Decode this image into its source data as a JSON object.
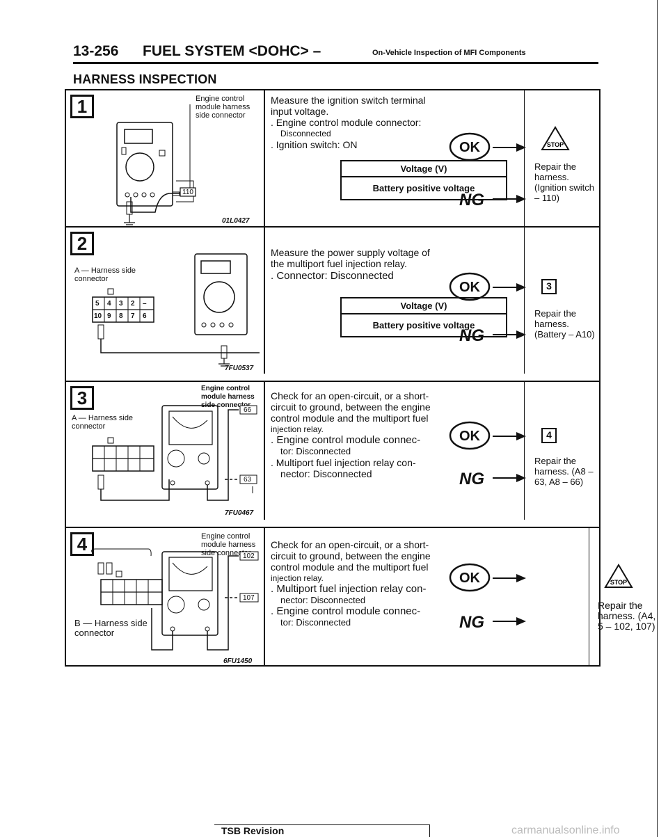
{
  "header": {
    "page_number": "13-256",
    "section_title": "FUEL SYSTEM <DOHC> –",
    "subtitle": "On-Vehicle Inspection of MFI Components"
  },
  "title": "HARNESS INSPECTION",
  "steps": [
    {
      "number": "1",
      "diagram_label": "Engine control module harness side connector",
      "connector_pin": "110",
      "figure_code": "01L0427",
      "text_lines": [
        "Measure the ignition switch terminal",
        "input voltage."
      ],
      "bullets": [
        "Engine control module connector:",
        "Disconnected",
        "Ignition switch: ON"
      ],
      "table_header": "Voltage (V)",
      "table_value": "Battery positive voltage",
      "ok_label": "OK",
      "ng_label": "NG",
      "ok_result": "STOP",
      "ng_result": "Repair the harness. (Ignition switch – 110)"
    },
    {
      "number": "2",
      "diagram_label": "Harness side connector",
      "connector_tag": "A",
      "figure_code": "7FU0537",
      "text_lines": [
        "Measure the power supply voltage of",
        "the multiport fuel injection relay."
      ],
      "bullets": [
        "Connector: Disconnected"
      ],
      "table_header": "Voltage (V)",
      "table_value": "Battery positive voltage",
      "ok_label": "OK",
      "ng_label": "NG",
      "ok_result": "3",
      "ng_result": "Repair the harness. (Battery – A10)"
    },
    {
      "number": "3",
      "diagram_label": "Engine control module harness side connector",
      "diagram_label_2": "Harness side connector",
      "connector_tag": "A",
      "pin_a": "66",
      "pin_b": "63",
      "figure_code": "7FU0467",
      "text_lines": [
        "Check for an open-circuit, or a short-",
        "circuit to ground, between the engine",
        "control module and the multiport fuel",
        "injection relay."
      ],
      "bullets": [
        "Engine control module connec-",
        "tor: Disconnected",
        "Multiport fuel injection relay con-",
        "nector: Disconnected"
      ],
      "ok_label": "OK",
      "ng_label": "NG",
      "ok_result": "4",
      "ng_result": "Repair the harness. (A8 – 63, A8 – 66)"
    },
    {
      "number": "4",
      "diagram_label": "Engine control module harness side connector",
      "diagram_label_2": "Harness side connector",
      "connector_tag": "B",
      "pin_a": "102",
      "pin_b": "107",
      "figure_code": "6FU1450",
      "text_lines": [
        "Check for an open-circuit, or a short-",
        "circuit to ground, between the engine",
        "control module and the multiport fuel",
        "injection relay."
      ],
      "bullets": [
        "Multiport fuel injection relay con-",
        "nector: Disconnected",
        "Engine control module connec-",
        "tor: Disconnected"
      ],
      "ok_label": "OK",
      "ng_label": "NG",
      "ok_result": "STOP",
      "ng_result": "Repair the harness. (A4, 5 – 102, 107)"
    }
  ],
  "connector_pins_top": [
    "5",
    "4",
    "3",
    "2",
    "–"
  ],
  "connector_pins_bottom": [
    "10",
    "9",
    "8",
    "7",
    "6"
  ],
  "footer": {
    "label": "TSB Revision"
  },
  "watermark": "carmanualsonline.info"
}
